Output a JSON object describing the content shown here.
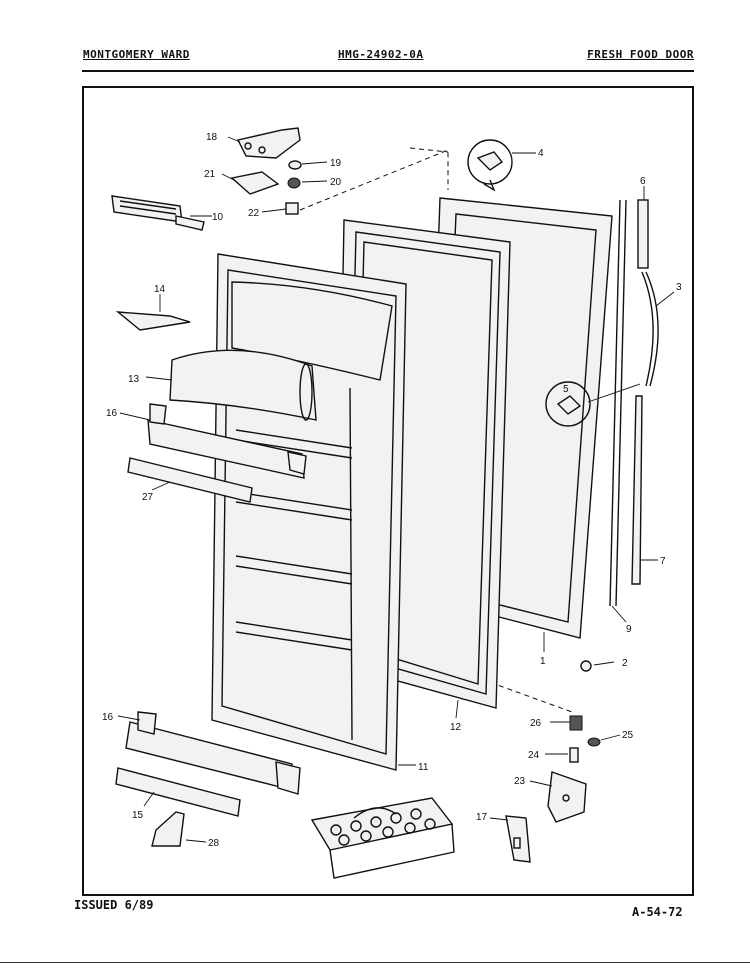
{
  "header": {
    "left": "MONTGOMERY WARD",
    "center": "HMG-24902-0A",
    "right": "FRESH FOOD DOOR"
  },
  "footer": {
    "issued": "ISSUED 6/89",
    "page_code": "A-54-72"
  },
  "callouts": {
    "c1": "1",
    "c2": "2",
    "c3": "3",
    "c4": "4",
    "c5": "5",
    "c6": "6",
    "c7": "7",
    "c9": "9",
    "c10": "10",
    "c11": "11",
    "c12": "12",
    "c13": "13",
    "c14": "14",
    "c15": "15",
    "c16a": "16",
    "c16b": "16",
    "c17": "17",
    "c18": "18",
    "c19": "19",
    "c20": "20",
    "c21": "21",
    "c22": "22",
    "c23": "23",
    "c24": "24",
    "c25": "25",
    "c26": "26",
    "c27": "27",
    "c28": "28"
  }
}
